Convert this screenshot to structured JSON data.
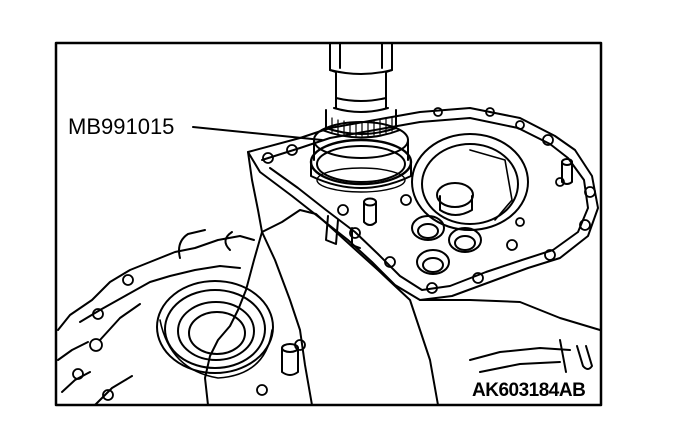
{
  "diagram": {
    "callouts": [
      {
        "id": "tool",
        "text": "MB991015"
      }
    ],
    "figure_code": "AK603184AB",
    "colors": {
      "line": "#000000",
      "background": "#ffffff"
    }
  }
}
